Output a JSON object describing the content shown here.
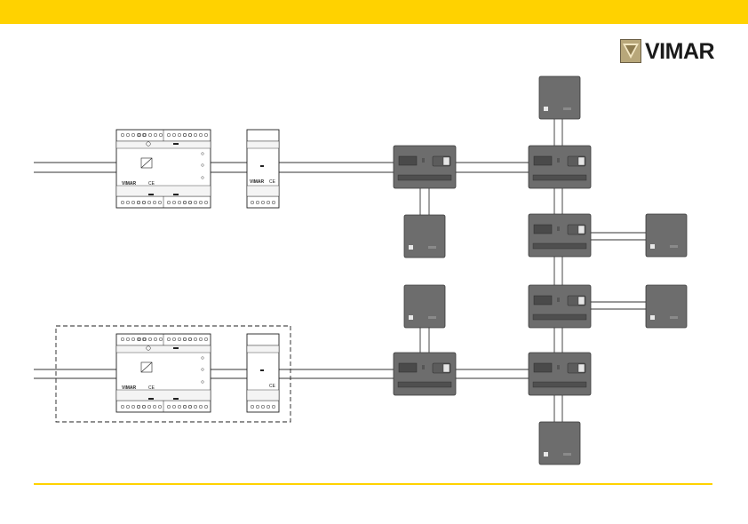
{
  "header": {
    "bar_color": "#ffd200"
  },
  "footer": {
    "line_color": "#ffd200"
  },
  "brand": {
    "name": "VIMAR",
    "mark_color": "#9a8a64"
  },
  "power_supply": {
    "brand_label": "VIMAR",
    "ce_label": "CE"
  },
  "interface_module": {
    "brand_label": "VIMAR",
    "ce_label": "CE"
  },
  "colors": {
    "device": "#6d6d6d",
    "device_border": "#444444",
    "wire": "#333333",
    "outline": "#222222"
  },
  "devices": [
    {
      "kind": "dimmer-unit"
    },
    {
      "kind": "dimmer-unit"
    },
    {
      "kind": "dimmer-unit"
    },
    {
      "kind": "dimmer-unit"
    },
    {
      "kind": "dimmer-unit"
    },
    {
      "kind": "dimmer-unit"
    },
    {
      "kind": "push-button"
    },
    {
      "kind": "push-button"
    },
    {
      "kind": "push-button"
    },
    {
      "kind": "push-button"
    },
    {
      "kind": "push-button"
    },
    {
      "kind": "push-button"
    }
  ]
}
